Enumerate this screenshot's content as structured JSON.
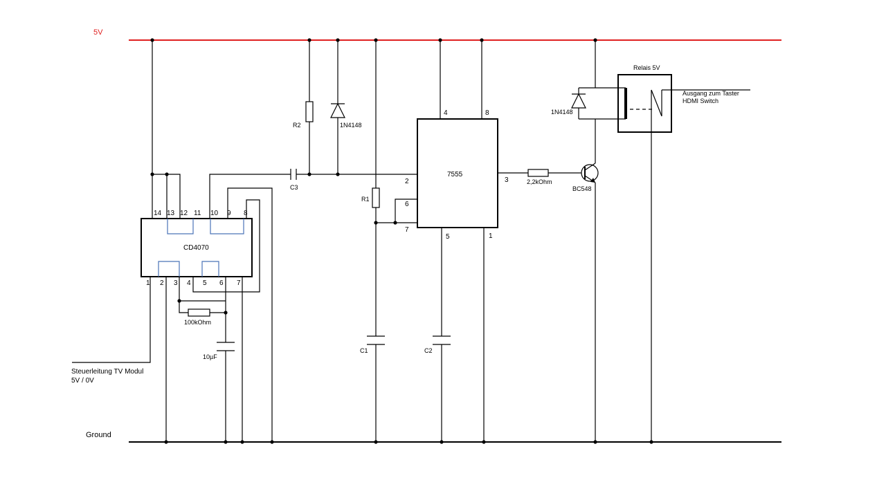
{
  "colors": {
    "supply_rail": "#e02020",
    "gate_wiring": "#4a73b8",
    "wire": "#000000"
  },
  "rails": {
    "supply_label": "5V",
    "ground_label": "Ground"
  },
  "cd4070": {
    "name": "CD4070",
    "top_pins": [
      "14",
      "13",
      "12",
      "11",
      "10",
      "9",
      "8"
    ],
    "bottom_pins": [
      "1",
      "2",
      "3",
      "4",
      "5",
      "6",
      "7"
    ]
  },
  "timer": {
    "name": "7555",
    "pins": {
      "p4": "4",
      "p8": "8",
      "p2": "2",
      "p6": "6",
      "p7": "7",
      "p3": "3",
      "p5": "5",
      "p1": "1"
    }
  },
  "components": {
    "r1": "R1",
    "r2": "R2",
    "c1": "C1",
    "c2": "C2",
    "c3": "C3",
    "diode_1": "1N4148",
    "diode_2": "1N4148",
    "resistor_100k": "100kOhm",
    "cap_10u": "10µF",
    "resistor_2k2": "2,2kOhm",
    "transistor": "BC548"
  },
  "relay": {
    "title": "Relais 5V",
    "output_line1": "Ausgang zum Taster",
    "output_line2": "HDMI Switch"
  },
  "control_line": {
    "line1": "Steuerleitung TV Modul",
    "line2": "5V / 0V"
  }
}
